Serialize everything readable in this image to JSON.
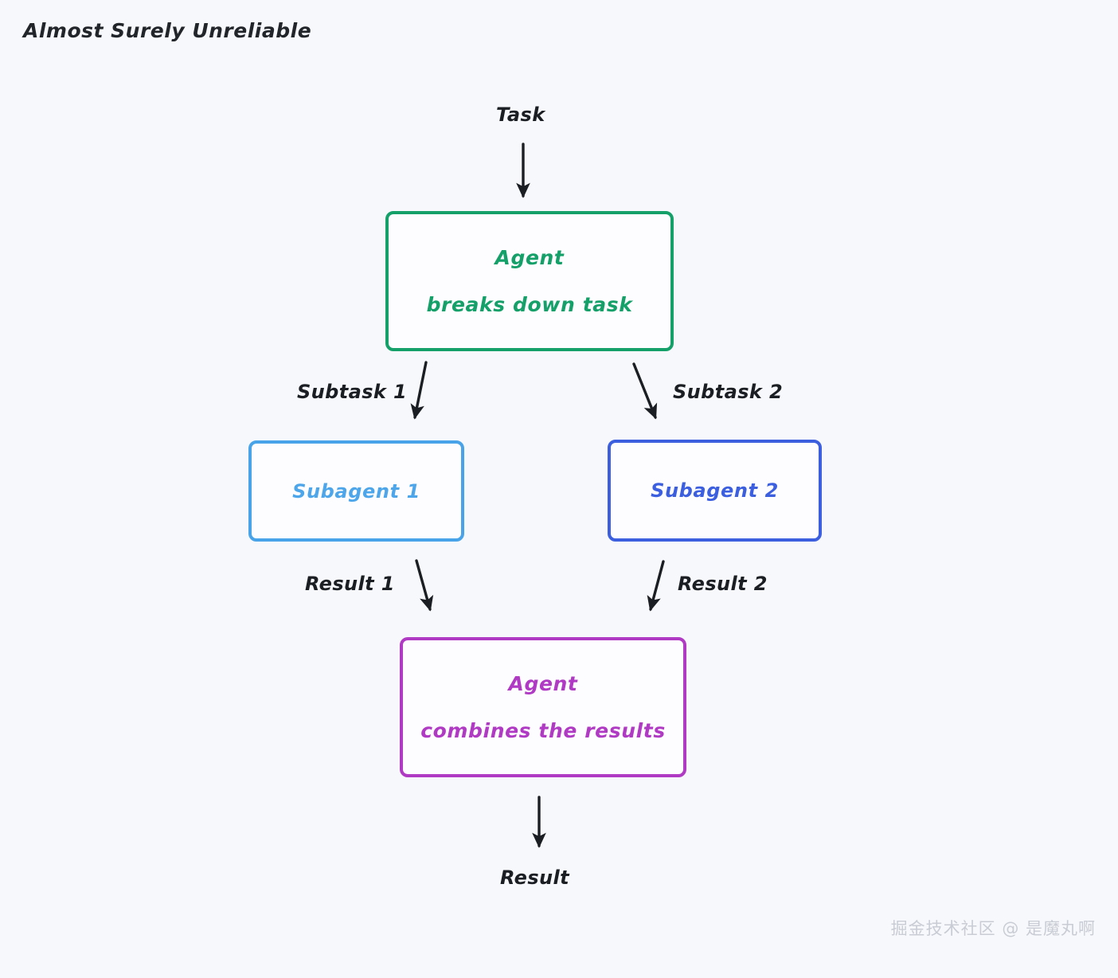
{
  "page": {
    "title": "Almost Surely Unreliable",
    "background_color": "#f7f8fb",
    "watermark": "掘金技术社区 @ 是魔丸啊"
  },
  "diagram": {
    "type": "flowchart",
    "orientation": "top-down",
    "nodes": [
      {
        "id": "agent-split",
        "line_1": "Agent",
        "line_2": "breaks down task",
        "color": "#15a06a",
        "shape": "rounded-rectangle"
      },
      {
        "id": "subagent-1",
        "line_1": "Subagent 1",
        "color": "#49a3e8",
        "shape": "rounded-rectangle"
      },
      {
        "id": "subagent-2",
        "line_1": "Subagent 2",
        "color": "#3c5fe0",
        "shape": "rounded-rectangle"
      },
      {
        "id": "agent-combine",
        "line_1": "Agent",
        "line_2": "combines the results",
        "color": "#b03ac4",
        "shape": "rounded-rectangle"
      }
    ],
    "endpoints": [
      {
        "id": "task",
        "label": "Task",
        "position": "top"
      },
      {
        "id": "result",
        "label": "Result",
        "position": "bottom"
      }
    ],
    "edges": [
      {
        "id": "task-to-agent",
        "label": "",
        "from": "task",
        "to": "agent-split",
        "arrow": true,
        "color": "#1b1e23"
      },
      {
        "id": "agent-to-subagent-1",
        "label": "Subtask 1",
        "from": "agent-split",
        "to": "subagent-1",
        "arrow": true,
        "color": "#1b1e23"
      },
      {
        "id": "agent-to-subagent-2",
        "label": "Subtask 2",
        "from": "agent-split",
        "to": "subagent-2",
        "arrow": true,
        "color": "#1b1e23"
      },
      {
        "id": "subagent-1-to-combine",
        "label": "Result 1",
        "from": "subagent-1",
        "to": "agent-combine",
        "arrow": true,
        "color": "#1b1e23"
      },
      {
        "id": "subagent-2-to-combine",
        "label": "Result 2",
        "from": "subagent-2",
        "to": "agent-combine",
        "arrow": true,
        "color": "#1b1e23"
      },
      {
        "id": "combine-to-result",
        "label": "",
        "from": "agent-combine",
        "to": "result",
        "arrow": true,
        "color": "#1b1e23"
      }
    ]
  }
}
